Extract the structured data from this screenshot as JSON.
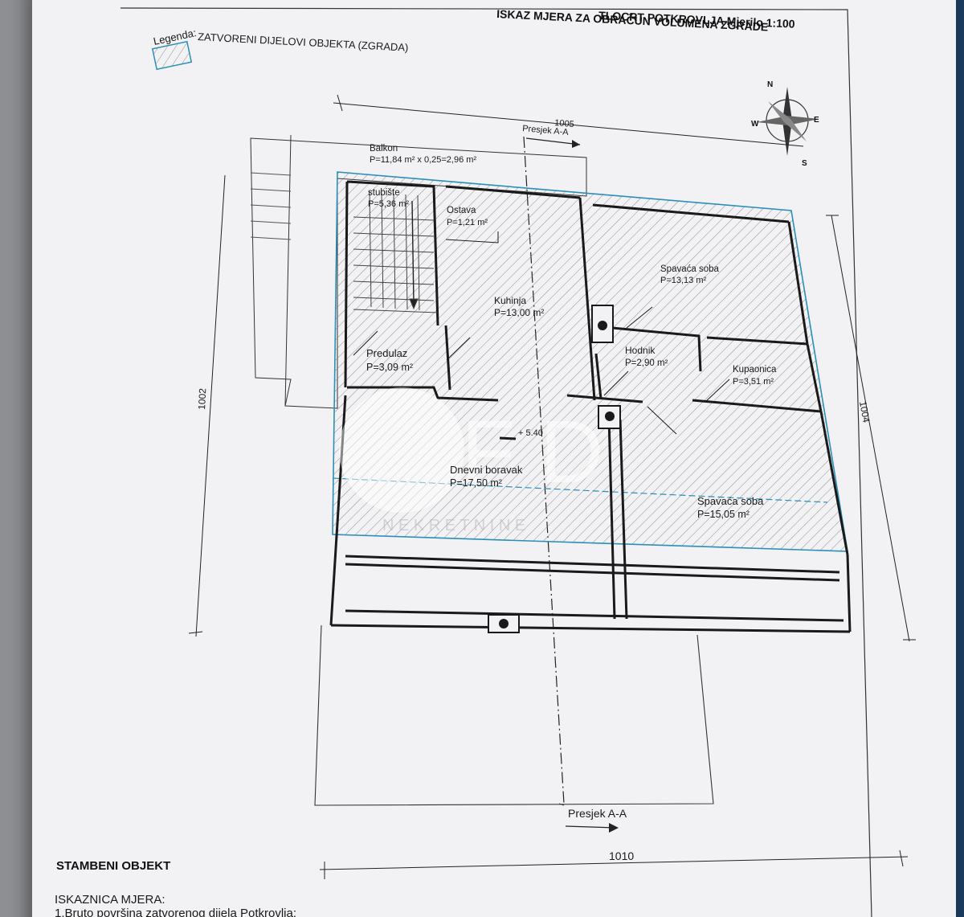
{
  "header": {
    "line1": "TLOCRT POTKROVLJA Mjerilo 1:100",
    "line2": "ISKAZ MJERA ZA OBRAČUN VOLUMENA ZGRADE"
  },
  "legend": {
    "title": "Legenda:",
    "item": "ZATVORENI DIJELOVI OBJEKTA (ZGRADA)"
  },
  "compass": {
    "n": "N",
    "e": "E",
    "s": "S",
    "w": "W"
  },
  "dimensions": {
    "top": "1005",
    "bottom": "1010",
    "left": "1002",
    "right": "1004"
  },
  "section": {
    "top_label": "Presjek A-A",
    "bottom_label": "Presjek A-A"
  },
  "level_mark": "+ 5.40",
  "rooms": {
    "balkon": {
      "name": "Balkon",
      "area": "P=11,84 m² x 0,25=2,96 m²"
    },
    "stubiste": {
      "name": "stubište",
      "area": "P=5,36 m²"
    },
    "ostava": {
      "name": "Ostava",
      "area": "P=1,21 m²"
    },
    "kuhinja": {
      "name": "Kuhinja",
      "area": "P=13,00 m²"
    },
    "spavaca1": {
      "name": "Spavaća soba",
      "area": "P=13,13 m²"
    },
    "hodnik": {
      "name": "Hodnik",
      "area": "P=2,90 m²"
    },
    "kupaonica": {
      "name": "Kupaonica",
      "area": "P=3,51 m²"
    },
    "predulaz": {
      "name": "Predulaz",
      "area": "P=3,09 m²"
    },
    "dnevni": {
      "name": "Dnevni boravak",
      "area": "P=17,50 m²"
    },
    "spavaca2": {
      "name": "Spavaća soba",
      "area": "P=15,05 m²"
    }
  },
  "watermark": {
    "letters": "R  F D",
    "subtitle": "N E K R E T N I N E"
  },
  "footer": {
    "object": "STAMBENI OBJEKT",
    "iskaznica": "ISKAZNICA MJERA:",
    "line3": "1.Bruto površina zatvorenog dijela Potkrovlja:"
  },
  "colors": {
    "hatch_outline": "#2a8fb8",
    "ink": "#1a1a1a",
    "paper": "#f2f2f4"
  }
}
